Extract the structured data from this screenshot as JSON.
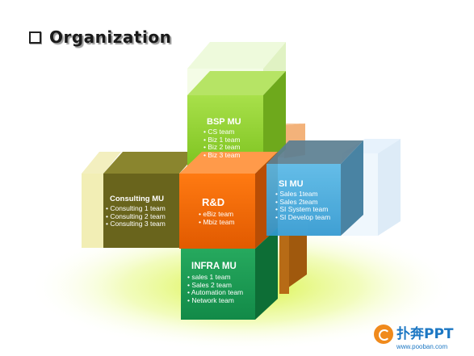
{
  "title": "Organization",
  "blocks": {
    "bsp": {
      "name": "BSP MU",
      "items": [
        "CS team",
        "Biz 1 team",
        "Biz 2 team",
        "Biz 3 team"
      ]
    },
    "consulting": {
      "name": "Consulting MU",
      "items": [
        "Consulting 1 team",
        "Consulting 2 team",
        "Consulting 3 team"
      ]
    },
    "rnd": {
      "name": "R&D",
      "items": [
        "eBiz team",
        "Mbiz team"
      ]
    },
    "si": {
      "name": "SI MU",
      "items": [
        "Sales 1team",
        "Sales 2team",
        "SI System team",
        "SI Develop team"
      ]
    },
    "infra": {
      "name": "INFRA MU",
      "items": [
        "sales 1 team",
        "Sales 2 team",
        "Automation team",
        "Network team"
      ]
    }
  },
  "colors": {
    "bsp": "#8fd43a",
    "consulting": "#6f6a1e",
    "rnd": "#f26a0a",
    "si": "#3b9fd6",
    "infra": "#1aa05a",
    "glow": "#dcf55a"
  },
  "watermark": {
    "brand": "扑奔PPT",
    "url": "www.pooban.com"
  }
}
